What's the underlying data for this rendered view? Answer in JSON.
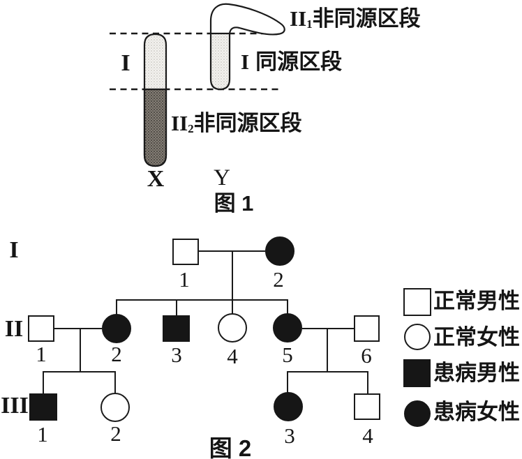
{
  "figure1": {
    "caption": "图 1",
    "region_marker": "I",
    "x_label": "X",
    "y_label": "Y",
    "region_labels": {
      "y_nonhomologous": {
        "numeral": "II",
        "sub": "1",
        "text": "非同源区段"
      },
      "homologous": {
        "numeral": "I",
        "sub": "",
        "text": "同源区段"
      },
      "x_nonhomologous": {
        "numeral": "II",
        "sub": "2",
        "text": "非同源区段"
      }
    }
  },
  "figure2": {
    "caption": "图 2",
    "generations": {
      "g1": "I",
      "g2": "II",
      "g3": "III"
    },
    "individuals": {
      "I1": {
        "num": "1",
        "type": "normal-male"
      },
      "I2": {
        "num": "2",
        "type": "affected-female"
      },
      "II1": {
        "num": "1",
        "type": "normal-male"
      },
      "II2": {
        "num": "2",
        "type": "affected-female"
      },
      "II3": {
        "num": "3",
        "type": "affected-male"
      },
      "II4": {
        "num": "4",
        "type": "normal-female"
      },
      "II5": {
        "num": "5",
        "type": "affected-female"
      },
      "II6": {
        "num": "6",
        "type": "normal-male"
      },
      "III1": {
        "num": "1",
        "type": "affected-male"
      },
      "III2": {
        "num": "2",
        "type": "normal-female"
      },
      "III3": {
        "num": "3",
        "type": "affected-female"
      },
      "III4": {
        "num": "4",
        "type": "normal-male"
      }
    },
    "legend": {
      "normal_male": "正常男性",
      "normal_female": "正常女性",
      "affected_male": "患病男性",
      "affected_female": "患病女性"
    }
  },
  "colors": {
    "ink": "#1a1a1a",
    "filled_shape": "#161616",
    "x_upper_region_light": "#f3f2ef",
    "x_lower_region_dark": "#7c776f",
    "background": "#ffffff"
  }
}
